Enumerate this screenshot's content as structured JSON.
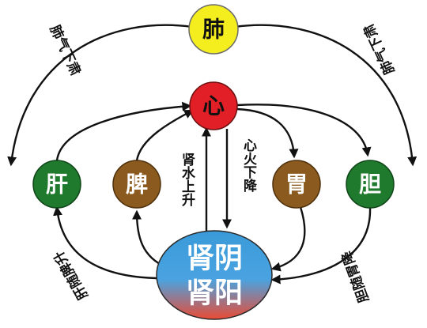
{
  "nodes": {
    "lung": "肺",
    "heart": "心",
    "liver": "肝",
    "spleen": "脾",
    "stomach": "胃",
    "gallbladder": "胆",
    "kidney_yin": "肾阴",
    "kidney_yang": "肾阳"
  },
  "labels": {
    "lung_qi_descends": "肺气下肃",
    "lung_qi_descends_right": "肺气下肃",
    "kidney_water_rises": "肾水上升",
    "heart_fire_descends": "心火下降",
    "liver_spleen_rise": "肝随脾升",
    "gallbladder_stomach_descend": "胆随胃降"
  },
  "colors": {
    "lung": "#f5ee1e",
    "heart": "#e21f26",
    "liver": "#1f7a2e",
    "spleen": "#8b5a1e",
    "stomach": "#8b5a1e",
    "gallbladder": "#1f7a2e",
    "kidney_top": "#3a9ad9",
    "kidney_bottom": "#e8503a"
  }
}
